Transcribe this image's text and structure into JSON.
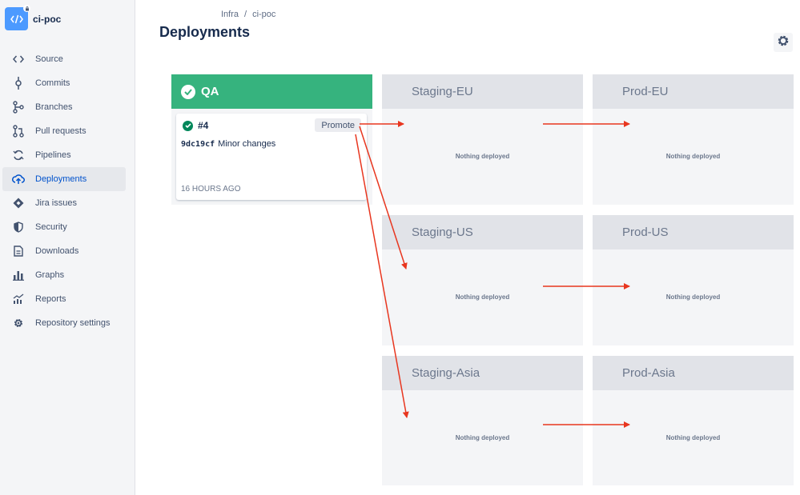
{
  "repo": {
    "name": "ci-poc"
  },
  "nav": [
    {
      "label": "Source",
      "icon": "code-icon"
    },
    {
      "label": "Commits",
      "icon": "commit-icon"
    },
    {
      "label": "Branches",
      "icon": "branch-icon"
    },
    {
      "label": "Pull requests",
      "icon": "pull-request-icon"
    },
    {
      "label": "Pipelines",
      "icon": "pipelines-icon"
    },
    {
      "label": "Deployments",
      "icon": "deployments-icon",
      "active": true
    },
    {
      "label": "Jira issues",
      "icon": "jira-icon"
    },
    {
      "label": "Security",
      "icon": "shield-icon"
    },
    {
      "label": "Downloads",
      "icon": "file-icon"
    },
    {
      "label": "Graphs",
      "icon": "bar-chart-icon"
    },
    {
      "label": "Reports",
      "icon": "line-chart-icon"
    },
    {
      "label": "Repository settings",
      "icon": "gear-icon"
    }
  ],
  "breadcrumb": {
    "workspace": "Infra",
    "separator": "/",
    "repo": "ci-poc"
  },
  "page": {
    "title": "Deployments"
  },
  "qa": {
    "title": "QA",
    "deployment": {
      "number": "#4",
      "promote_label": "Promote",
      "commit_hash": "9dc19cf",
      "commit_message": "Minor changes",
      "time": "16 HOURS AGO"
    }
  },
  "environments": {
    "staging_eu": {
      "title": "Staging-EU",
      "status": "Nothing deployed"
    },
    "prod_eu": {
      "title": "Prod-EU",
      "status": "Nothing deployed"
    },
    "staging_us": {
      "title": "Staging-US",
      "status": "Nothing deployed"
    },
    "prod_us": {
      "title": "Prod-US",
      "status": "Nothing deployed"
    },
    "staging_asia": {
      "title": "Staging-Asia",
      "status": "Nothing deployed"
    },
    "prod_asia": {
      "title": "Prod-Asia",
      "status": "Nothing deployed"
    }
  },
  "colors": {
    "success": "#36b37e",
    "accent": "#0052cc",
    "annotation": "#e8361f"
  }
}
